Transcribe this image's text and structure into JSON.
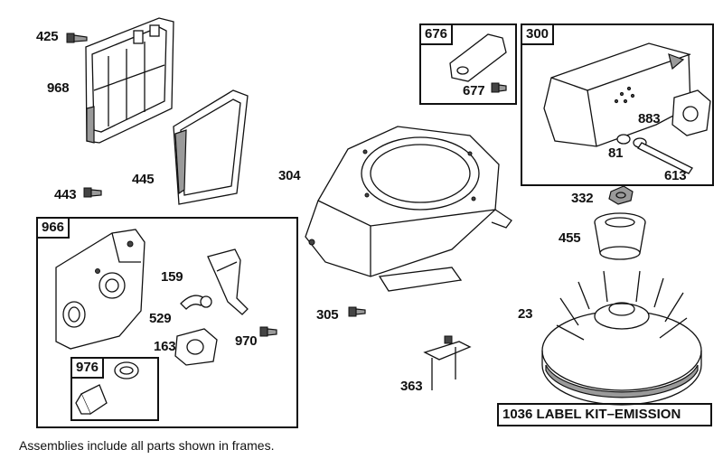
{
  "frames": {
    "f676": "676",
    "f300": "300",
    "f966": "966",
    "f976": "976"
  },
  "parts": {
    "p425": "425",
    "p968": "968",
    "p445": "445",
    "p443": "443",
    "p304": "304",
    "p677": "677",
    "p883": "883",
    "p81": "81",
    "p613": "613",
    "p332": "332",
    "p455": "455",
    "p23": "23",
    "p159": "159",
    "p529": "529",
    "p163": "163",
    "p970": "970",
    "p305": "305",
    "p363": "363"
  },
  "emission_label": "1036 LABEL KIT–EMISSION",
  "footnote": "Assemblies include all parts shown in frames."
}
